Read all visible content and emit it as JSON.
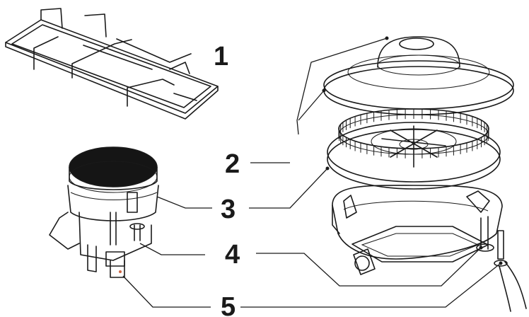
{
  "callouts": [
    {
      "id": "1",
      "label": "1"
    },
    {
      "id": "2",
      "label": "2"
    },
    {
      "id": "3",
      "label": "3"
    },
    {
      "id": "4",
      "label": "4"
    },
    {
      "id": "5",
      "label": "5"
    }
  ],
  "colors": {
    "line": "#1a1a1a",
    "cap": "#151515",
    "background": "#ffffff"
  }
}
